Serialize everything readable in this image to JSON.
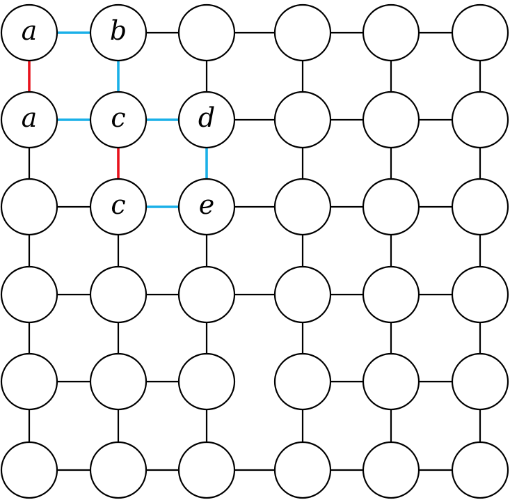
{
  "colors": {
    "default_edge": "#000000",
    "blue_edge": "#1ab0e8",
    "red_edge": "#e8121c",
    "node_fill": "#ffffff",
    "node_stroke": "#000000"
  },
  "grid": {
    "rows": 6,
    "cols": 6
  },
  "labels": [
    {
      "row": 0,
      "col": 0,
      "text": "a"
    },
    {
      "row": 0,
      "col": 1,
      "text": "b"
    },
    {
      "row": 1,
      "col": 0,
      "text": "a"
    },
    {
      "row": 1,
      "col": 1,
      "text": "c"
    },
    {
      "row": 1,
      "col": 2,
      "text": "d"
    },
    {
      "row": 2,
      "col": 1,
      "text": "c"
    },
    {
      "row": 2,
      "col": 2,
      "text": "e"
    }
  ],
  "colored_edges": [
    {
      "from": [
        0,
        0
      ],
      "to": [
        0,
        1
      ],
      "color": "blue"
    },
    {
      "from": [
        0,
        1
      ],
      "to": [
        1,
        1
      ],
      "color": "blue"
    },
    {
      "from": [
        1,
        0
      ],
      "to": [
        1,
        1
      ],
      "color": "blue"
    },
    {
      "from": [
        1,
        1
      ],
      "to": [
        1,
        2
      ],
      "color": "blue"
    },
    {
      "from": [
        1,
        2
      ],
      "to": [
        2,
        2
      ],
      "color": "blue"
    },
    {
      "from": [
        2,
        1
      ],
      "to": [
        2,
        2
      ],
      "color": "blue"
    },
    {
      "from": [
        0,
        0
      ],
      "to": [
        1,
        0
      ],
      "color": "red"
    },
    {
      "from": [
        1,
        1
      ],
      "to": [
        2,
        1
      ],
      "color": "red"
    }
  ],
  "missing_edges": [
    {
      "from": [
        4,
        2
      ],
      "to": [
        4,
        3
      ]
    }
  ]
}
